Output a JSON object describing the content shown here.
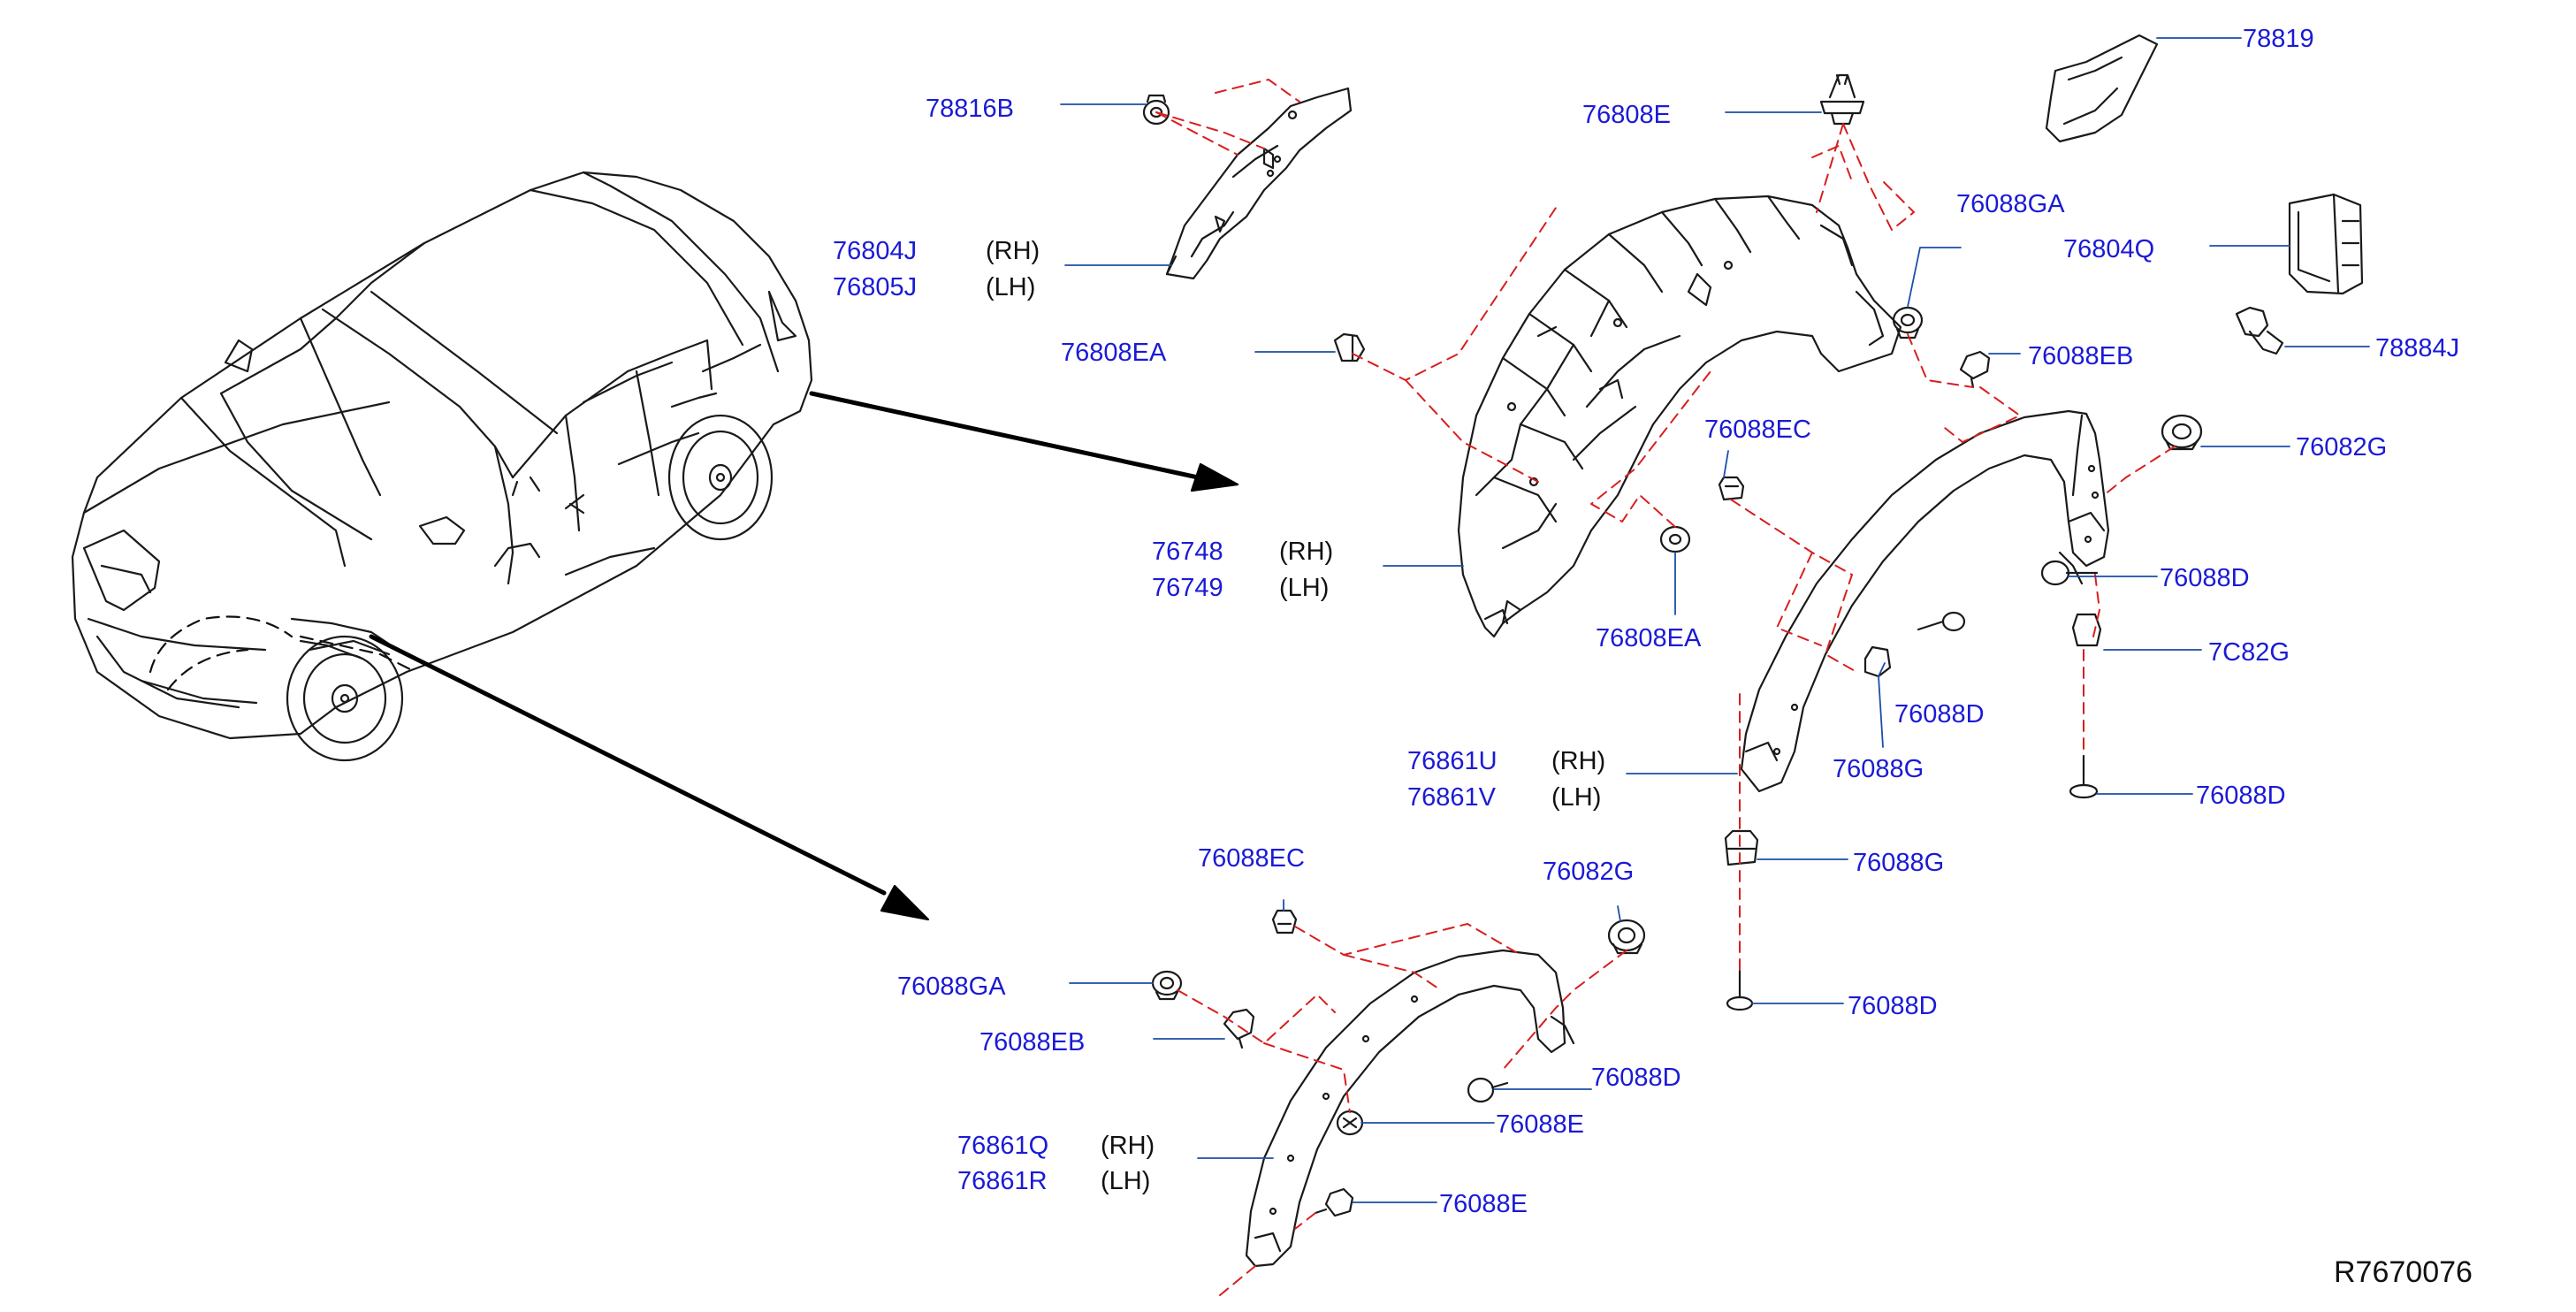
{
  "diagram_code": "R7670076",
  "colors": {
    "part_number": "#1a1ad6",
    "side": "#111111",
    "leader": "#1a4fa8",
    "dash": "#d91e1e",
    "line": "#1a1a1a"
  },
  "callouts": [
    {
      "id": "78816B",
      "part": "78816B",
      "side": ""
    },
    {
      "id": "76804J",
      "part": "76804J",
      "side": "(RH)"
    },
    {
      "id": "76805J",
      "part": "76805J",
      "side": "(LH)"
    },
    {
      "id": "76808EA-a",
      "part": "76808EA",
      "side": ""
    },
    {
      "id": "76808E-top",
      "part": "76808E",
      "side": ""
    },
    {
      "id": "78819",
      "part": "78819",
      "side": ""
    },
    {
      "id": "76088GA-top",
      "part": "76088GA",
      "side": ""
    },
    {
      "id": "76804Q",
      "part": "76804Q",
      "side": ""
    },
    {
      "id": "76088EB-top",
      "part": "76088EB",
      "side": ""
    },
    {
      "id": "78884J",
      "part": "78884J",
      "side": ""
    },
    {
      "id": "76088EC-top",
      "part": "76088EC",
      "side": ""
    },
    {
      "id": "76082G-top",
      "part": "76082G",
      "side": ""
    },
    {
      "id": "76748",
      "part": "76748",
      "side": "(RH)"
    },
    {
      "id": "76749",
      "part": "76749",
      "side": "(LH)"
    },
    {
      "id": "76808EA-b",
      "part": "76808EA",
      "side": ""
    },
    {
      "id": "76088D-a",
      "part": "76088D",
      "side": ""
    },
    {
      "id": "76082G-partial",
      "part": "7C82G",
      "side": ""
    },
    {
      "id": "76088D-b",
      "part": "76088D",
      "side": ""
    },
    {
      "id": "76088G-a",
      "part": "76088G",
      "side": ""
    },
    {
      "id": "76861U",
      "part": "76861U",
      "side": "(RH)"
    },
    {
      "id": "76861V",
      "part": "76861V",
      "side": "(LH)"
    },
    {
      "id": "76088D-c",
      "part": "76088D",
      "side": ""
    },
    {
      "id": "76088G-b",
      "part": "76088G",
      "side": ""
    },
    {
      "id": "76088D-d",
      "part": "76088D",
      "side": ""
    },
    {
      "id": "76088EC-bot",
      "part": "76088EC",
      "side": ""
    },
    {
      "id": "76082G-bot",
      "part": "76082G",
      "side": ""
    },
    {
      "id": "76088GA-bot",
      "part": "76088GA",
      "side": ""
    },
    {
      "id": "76088EB-bot",
      "part": "76088EB",
      "side": ""
    },
    {
      "id": "76088D-e",
      "part": "76088D",
      "side": ""
    },
    {
      "id": "76088E-a",
      "part": "76088E",
      "side": ""
    },
    {
      "id": "76861Q",
      "part": "76861Q",
      "side": "(RH)"
    },
    {
      "id": "76861R",
      "part": "76861R",
      "side": "(LH)"
    },
    {
      "id": "76088E-b",
      "part": "76088E",
      "side": ""
    }
  ]
}
